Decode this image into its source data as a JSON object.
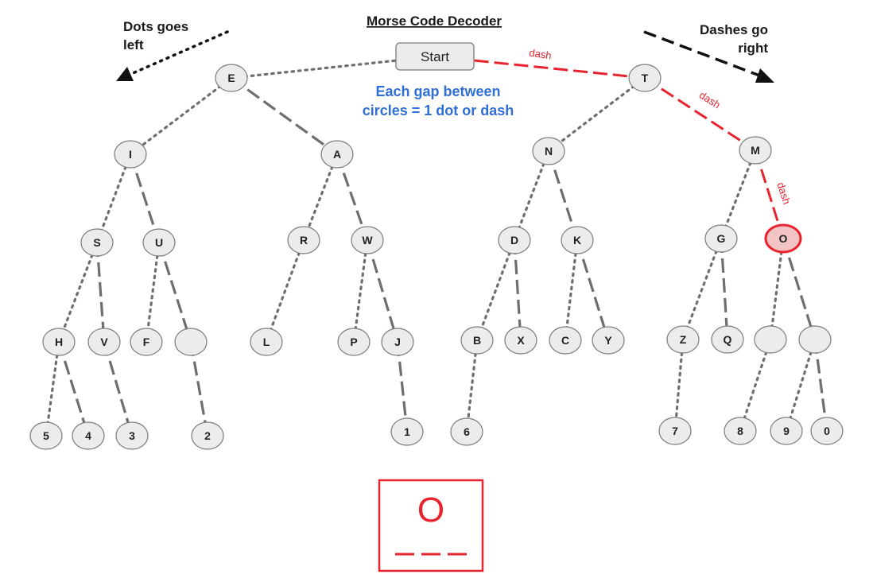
{
  "title": "Morse Code Decoder",
  "start_label": "Start",
  "dots_note": [
    "Dots goes",
    "left"
  ],
  "dashes_note": [
    "Dashes go",
    "right"
  ],
  "gap_note": [
    "Each gap between",
    "circles = 1 dot or dash"
  ],
  "edge_label": "dash",
  "colors": {
    "node_fill": "#ececec",
    "node_stroke": "#7a7a7a",
    "edge": "#6e6e6e",
    "highlight": "#e8232e",
    "highlight_fill": "#f2c4c4",
    "note_blue": "#2f6fd6"
  },
  "tree": [
    {
      "id": "start",
      "label": "Start",
      "kind": "start"
    },
    {
      "id": "E",
      "label": "E",
      "parent": "start",
      "edge": "dot"
    },
    {
      "id": "T",
      "label": "T",
      "parent": "start",
      "edge": "dash",
      "highlight": true
    },
    {
      "id": "I",
      "label": "I",
      "parent": "E",
      "edge": "dot"
    },
    {
      "id": "A",
      "label": "A",
      "parent": "E",
      "edge": "dash"
    },
    {
      "id": "N",
      "label": "N",
      "parent": "T",
      "edge": "dot"
    },
    {
      "id": "M",
      "label": "M",
      "parent": "T",
      "edge": "dash",
      "highlight": true
    },
    {
      "id": "S",
      "label": "S",
      "parent": "I",
      "edge": "dot"
    },
    {
      "id": "U",
      "label": "U",
      "parent": "I",
      "edge": "dash"
    },
    {
      "id": "R",
      "label": "R",
      "parent": "A",
      "edge": "dot"
    },
    {
      "id": "W",
      "label": "W",
      "parent": "A",
      "edge": "dash"
    },
    {
      "id": "D",
      "label": "D",
      "parent": "N",
      "edge": "dot"
    },
    {
      "id": "K",
      "label": "K",
      "parent": "N",
      "edge": "dash"
    },
    {
      "id": "G",
      "label": "G",
      "parent": "M",
      "edge": "dot"
    },
    {
      "id": "O",
      "label": "O",
      "parent": "M",
      "edge": "dash",
      "highlight": true,
      "selected": true
    },
    {
      "id": "H",
      "label": "H",
      "parent": "S",
      "edge": "dot"
    },
    {
      "id": "V",
      "label": "V",
      "parent": "S",
      "edge": "dash"
    },
    {
      "id": "F",
      "label": "F",
      "parent": "U",
      "edge": "dot"
    },
    {
      "id": "U2",
      "label": "",
      "parent": "U",
      "edge": "dash"
    },
    {
      "id": "L",
      "label": "L",
      "parent": "R",
      "edge": "dot"
    },
    {
      "id": "P",
      "label": "P",
      "parent": "W",
      "edge": "dot"
    },
    {
      "id": "J",
      "label": "J",
      "parent": "W",
      "edge": "dash"
    },
    {
      "id": "B",
      "label": "B",
      "parent": "D",
      "edge": "dot"
    },
    {
      "id": "X",
      "label": "X",
      "parent": "D",
      "edge": "dash"
    },
    {
      "id": "C",
      "label": "C",
      "parent": "K",
      "edge": "dot"
    },
    {
      "id": "Y",
      "label": "Y",
      "parent": "K",
      "edge": "dash"
    },
    {
      "id": "Z",
      "label": "Z",
      "parent": "G",
      "edge": "dot"
    },
    {
      "id": "Q",
      "label": "Q",
      "parent": "G",
      "edge": "dash"
    },
    {
      "id": "O1",
      "label": "",
      "parent": "O",
      "edge": "dot"
    },
    {
      "id": "O2",
      "label": "",
      "parent": "O",
      "edge": "dash"
    },
    {
      "id": "n5",
      "label": "5",
      "parent": "H",
      "edge": "dot"
    },
    {
      "id": "n4",
      "label": "4",
      "parent": "H",
      "edge": "dash"
    },
    {
      "id": "n3",
      "label": "3",
      "parent": "V",
      "edge": "dash"
    },
    {
      "id": "n2",
      "label": "2",
      "parent": "U2",
      "edge": "dash"
    },
    {
      "id": "n1",
      "label": "1",
      "parent": "J",
      "edge": "dash"
    },
    {
      "id": "n6",
      "label": "6",
      "parent": "B",
      "edge": "dot"
    },
    {
      "id": "n7",
      "label": "7",
      "parent": "Z",
      "edge": "dot"
    },
    {
      "id": "n8",
      "label": "8",
      "parent": "O1",
      "edge": "dot"
    },
    {
      "id": "n9",
      "label": "9",
      "parent": "O2",
      "edge": "dot"
    },
    {
      "id": "n0",
      "label": "0",
      "parent": "O2",
      "edge": "dash"
    }
  ],
  "highlight_edge_labels": [
    {
      "from": "start",
      "to": "T"
    },
    {
      "from": "T",
      "to": "M"
    },
    {
      "from": "M",
      "to": "O"
    }
  ],
  "result": {
    "letter": "O",
    "code": [
      "dash",
      "dash",
      "dash"
    ]
  }
}
